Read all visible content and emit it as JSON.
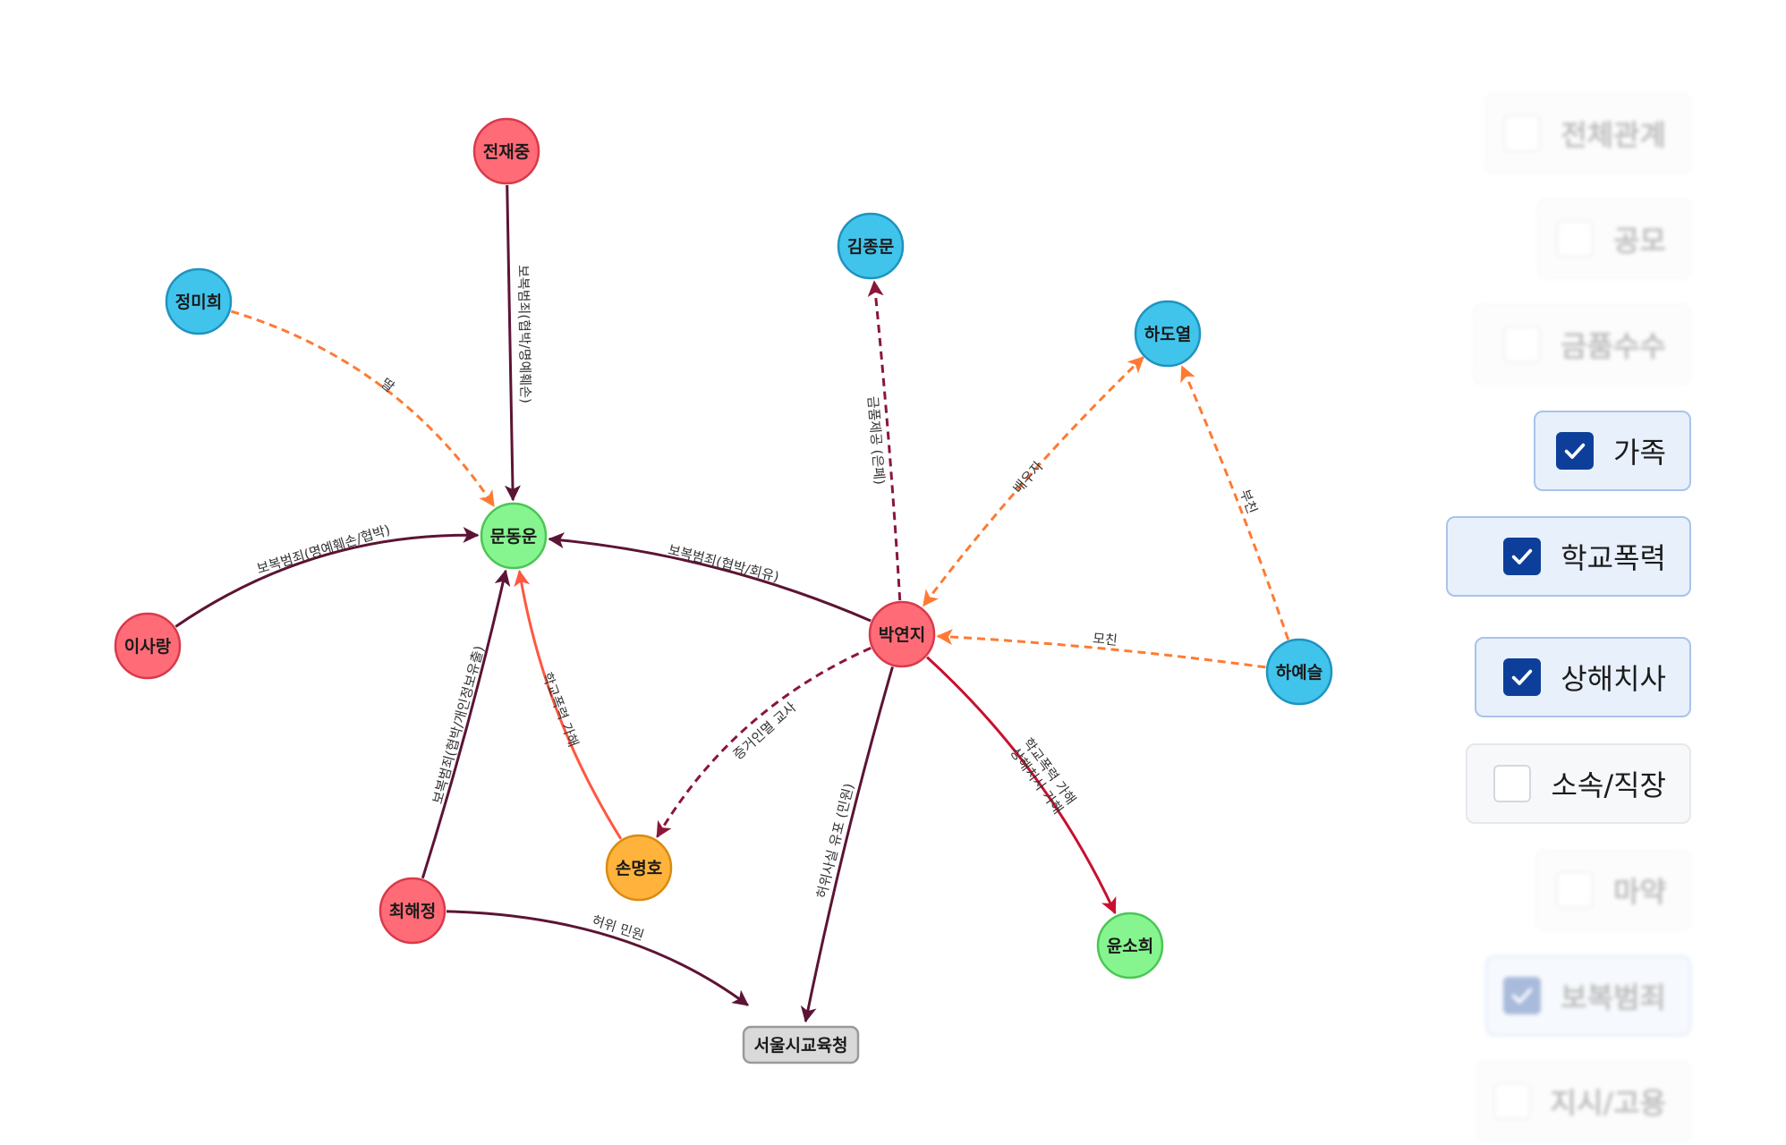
{
  "colors": {
    "red_node": "#ff6b77",
    "blue_node": "#40c4ec",
    "green_node": "#86f58f",
    "orange_node": "#ffb33c",
    "gray_node": "#d9d9d9",
    "revenge": "#5c1434",
    "family": "#ff7a33",
    "school_violence": "#ff5740",
    "injury": "#c8102e",
    "dashed_dark": "#8a1638",
    "checkbox_on": "#0d3f9a"
  },
  "nodes": [
    {
      "id": "jeonjaejung",
      "label": "전재중",
      "kind": "red"
    },
    {
      "id": "jeongmihui",
      "label": "정미희",
      "kind": "blue"
    },
    {
      "id": "munDongun",
      "label": "문동운",
      "kind": "green"
    },
    {
      "id": "isarang",
      "label": "이사랑",
      "kind": "red"
    },
    {
      "id": "gimjongmun",
      "label": "김종문",
      "kind": "blue"
    },
    {
      "id": "hadoyeol",
      "label": "하도열",
      "kind": "blue"
    },
    {
      "id": "bakyeonji",
      "label": "박연지",
      "kind": "red"
    },
    {
      "id": "hayeseul",
      "label": "하예슬",
      "kind": "blue"
    },
    {
      "id": "sonmyeongho",
      "label": "손명호",
      "kind": "orange"
    },
    {
      "id": "choehaejeong",
      "label": "최해정",
      "kind": "red"
    },
    {
      "id": "yunsohui",
      "label": "윤소희",
      "kind": "green"
    },
    {
      "id": "seoulEdu",
      "label": "서울시교육청",
      "kind": "box"
    }
  ],
  "edges": [
    {
      "from": "jeonjaejung",
      "to": "munDongun",
      "label": "보복범죄(협박/명예훼손)",
      "style": "solid",
      "color": "revenge"
    },
    {
      "from": "jeongmihui",
      "to": "munDongun",
      "label": "딸",
      "style": "dashed",
      "color": "family"
    },
    {
      "from": "isarang",
      "to": "munDongun",
      "label": "보복범죄(명예훼손/협박)",
      "style": "solid",
      "color": "revenge"
    },
    {
      "from": "bakyeonji",
      "to": "munDongun",
      "label": "보복범죄(협박/회유)",
      "style": "solid",
      "color": "revenge"
    },
    {
      "from": "choehaejeong",
      "to": "munDongun",
      "label": "보복범죄(협박/개인정보유출)",
      "style": "solid",
      "color": "revenge"
    },
    {
      "from": "sonmyeongho",
      "to": "munDongun",
      "label": "학교폭력 가해",
      "style": "solid",
      "color": "school_violence"
    },
    {
      "from": "bakyeonji",
      "to": "gimjongmun",
      "label": "금품제공 (은폐)",
      "style": "dashed",
      "color": "dashed_dark"
    },
    {
      "from": "hadoyeol",
      "to": "bakyeonji",
      "label": "배우자",
      "style": "dashed",
      "color": "family",
      "bidirectional": true
    },
    {
      "from": "hayeseul",
      "to": "hadoyeol",
      "label": "부친",
      "style": "dashed",
      "color": "family"
    },
    {
      "from": "hayeseul",
      "to": "bakyeonji",
      "label": "모친",
      "style": "dashed",
      "color": "family"
    },
    {
      "from": "bakyeonji",
      "to": "sonmyeongho",
      "label": "증거인멸 교사",
      "style": "dashed",
      "color": "dashed_dark"
    },
    {
      "from": "bakyeonji",
      "to": "seoulEdu",
      "label": "허위사실 유포 (민원)",
      "style": "solid",
      "color": "revenge"
    },
    {
      "from": "bakyeonji",
      "to": "yunsohui",
      "label": "학교폭력 가해",
      "label2": "상해치사 가해",
      "style": "solid",
      "color": "injury"
    },
    {
      "from": "choehaejeong",
      "to": "seoulEdu",
      "label": "허위 민원",
      "style": "solid",
      "color": "revenge"
    }
  ],
  "filters": [
    {
      "id": "all",
      "label": "전체관계",
      "checked": false,
      "faded": true
    },
    {
      "id": "conspiracy",
      "label": "공모",
      "checked": false,
      "faded": true
    },
    {
      "id": "bribery",
      "label": "금품수수",
      "checked": false,
      "faded": true
    },
    {
      "id": "family",
      "label": "가족",
      "checked": true,
      "faded": false
    },
    {
      "id": "school_violence",
      "label": "학교폭력",
      "checked": true,
      "faded": false
    },
    {
      "id": "injury_death",
      "label": "상해치사",
      "checked": true,
      "faded": false
    },
    {
      "id": "affiliation",
      "label": "소속/직장",
      "checked": false,
      "faded": false
    },
    {
      "id": "drugs",
      "label": "마약",
      "checked": false,
      "faded": true
    },
    {
      "id": "revenge_crime",
      "label": "보복범죄",
      "checked": true,
      "faded": true
    },
    {
      "id": "employment",
      "label": "지시/고용",
      "checked": false,
      "faded": true
    }
  ]
}
